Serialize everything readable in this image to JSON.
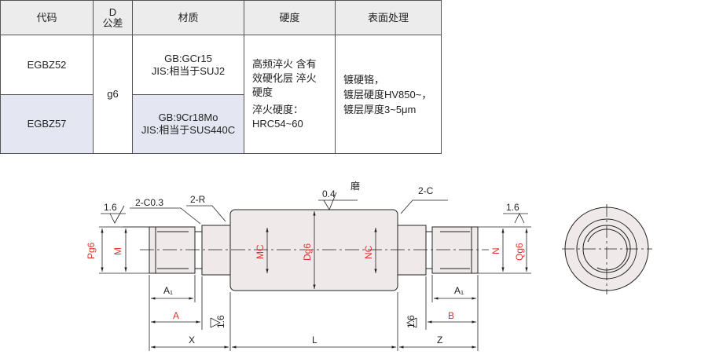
{
  "table": {
    "headers": {
      "code": "代码",
      "tol_d": "D",
      "tol_label": "公差",
      "material": "材质",
      "hardness": "硬度",
      "surface": "表面处理"
    },
    "rows": [
      {
        "code": "EGBZ52",
        "material_l1": "GB:GCr15",
        "material_l2": "JIS:相当于SUJ2"
      },
      {
        "code": "EGBZ57",
        "material_l1": "GB:9Cr18Mo",
        "material_l2": "JIS:相当于SUS440C"
      }
    ],
    "tolerance": "g6",
    "hardness": {
      "l1": "高频淬火 含有",
      "l2": "效硬化层  淬火",
      "l3": "硬度",
      "l4": "淬火硬度：",
      "l5": "HRC54~60"
    },
    "surface": {
      "l1": "镀硬铬，",
      "l2": "镀层硬度HV850~，",
      "l3": "镀层厚度3~5μm"
    }
  },
  "drawing": {
    "labels": {
      "roughness_left": "1.6",
      "roughness_right": "1.6",
      "roughness_center": "0.4",
      "roughness_bottom_left": "1.6",
      "roughness_bottom_right": "1.6",
      "chamfer": "2-C0.3",
      "radius": "2-R",
      "grind": "磨",
      "chamfer_right": "2-C",
      "Pg6": "Pg6",
      "M": "M",
      "MC": "MC",
      "Dg6": "Dg6",
      "NC": "NC",
      "N": "N",
      "Qg6": "Qg6",
      "A1_left": "A₁",
      "A1_right": "A₁",
      "A": "A",
      "B": "B",
      "X": "X",
      "L": "L",
      "Z": "Z"
    },
    "colors": {
      "line": "#222222",
      "red_label": "#e0312a",
      "body_fill": "#f0e9ea"
    }
  }
}
